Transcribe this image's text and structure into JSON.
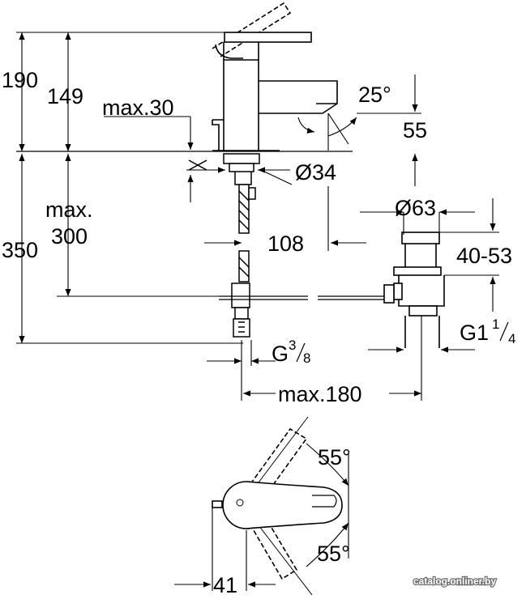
{
  "dims": {
    "h190": "190",
    "h149": "149",
    "max30": "max.30",
    "deg25": "25°",
    "d55": "55",
    "dia34": "Ø34",
    "max": "max.",
    "d300": "300",
    "dia63": "Ø63",
    "d350": "350",
    "d108": "108",
    "r4053": "40-53",
    "g38_base": "G",
    "g38_num": "3",
    "g38_den": "8",
    "g114_base": "G1",
    "g114_num": "1",
    "g114_den": "4",
    "max180": "max.180",
    "deg55_top": "55°",
    "deg55_bot": "55°",
    "d41": "41"
  },
  "watermark": "catalog.onliner.by",
  "colors": {
    "line": "#000000",
    "watermark_stroke": "#6b6b6b"
  }
}
